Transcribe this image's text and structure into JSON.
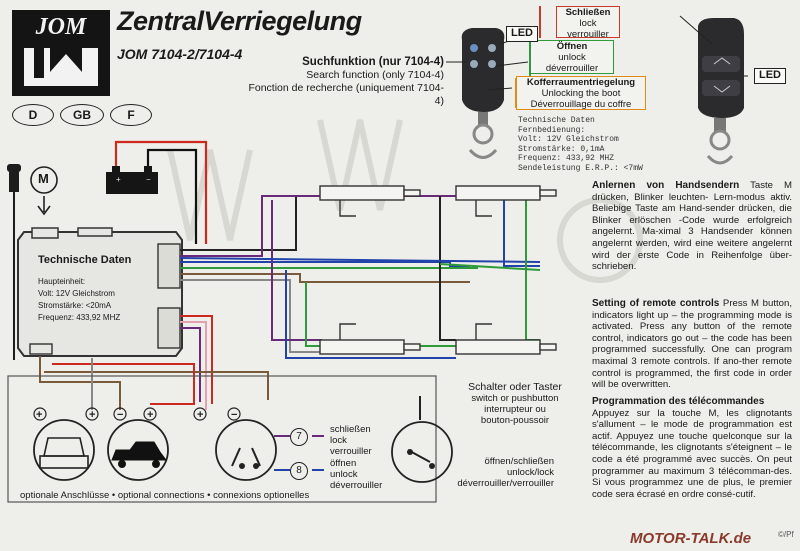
{
  "logo": {
    "text": "JOM"
  },
  "title": "ZentralVerriegelung",
  "model": "JOM 7104-2/7104-4",
  "search_function": {
    "de": "Suchfunktion (nur 7104-4)",
    "en": "Search function (only 7104-4)",
    "fr": "Fonction de recherche (uniquement 7104-4)"
  },
  "languages": [
    "D",
    "GB",
    "F"
  ],
  "remote_buttons": {
    "lock": [
      "Schließen",
      "lock",
      "verrouiller"
    ],
    "unlock": [
      "Öffnen",
      "unlock",
      "déverrouiller"
    ],
    "boot": [
      "Kofferraumentriegelung",
      "Unlocking the boot",
      "Déverrouillage du coffre"
    ]
  },
  "led_label": "LED",
  "remote_specs": [
    "Technische Daten Fernbedienung:",
    "Volt: 12V Gleichstrom",
    "Stromstärke: 0,1mA",
    "Frequenz: 433,92 MHZ",
    "Sendeleistung E.R.P.: <7mW"
  ],
  "motor_label": "M",
  "tech_box": {
    "title": "Technische Daten",
    "lines": [
      "Haupteinheit:",
      "Volt: 12V Gleichstrom",
      "Stromstärke: <20mA",
      "Frequenz: 433,92 MHZ"
    ]
  },
  "switch_label": [
    "Schalter oder Taster",
    "switch or pushbutton",
    "interrupteur ou",
    "bouton-poussoir"
  ],
  "wire7": {
    "num": "7",
    "lines": [
      "schließen",
      "lock",
      "verrouiller"
    ]
  },
  "wire8": {
    "num": "8",
    "lines": [
      "öffnen",
      "unlock",
      "déverrouiller"
    ]
  },
  "open_close": [
    "öffnen/schließen",
    "unlock/lock",
    "déverrouiller/verrouiller"
  ],
  "footer": "optionale Anschlüsse • optional connections • connexions optionelles",
  "sections": {
    "de_title": "Anlernen von Handsendern",
    "de_body": "Taste M drücken, Blinker leuchten- Lern-modus aktiv. Beliebige Taste am Hand-sender drücken, die Blinker erlöschen -Code wurde erfolgreich angelernt. Ma-ximal 3 Handsender können angelernt werden, wird eine weitere angelernt wird der erste Code in Reihenfolge über-schrieben.",
    "en_title": "Setting of remote controls",
    "en_body": "Press M button, indicators light up – the programming mode is activated. Press any button of the remote control, indicators go out – the code has been programmed successfully. One can program maximal 3 remote controls. If ano-ther remote control is programmed, the first code in order will be overwritten.",
    "fr_title": "Programmation des télécommandes",
    "fr_body": "Appuyez sur la touche M, les clignotants s'allument – le mode de programmation est actif. Appuyez une touche quelconque sur la télécommande, les clignotants s'éteignent – le code a été programmé avec succès. On peut programmer au maximum 3 télécomman-des. Si vous programmez une de plus, le premier code sera écrasé en ordre consé-cutif."
  },
  "watermark": "MOTOR-TALK.de",
  "page_mark": "©/Pf"
}
